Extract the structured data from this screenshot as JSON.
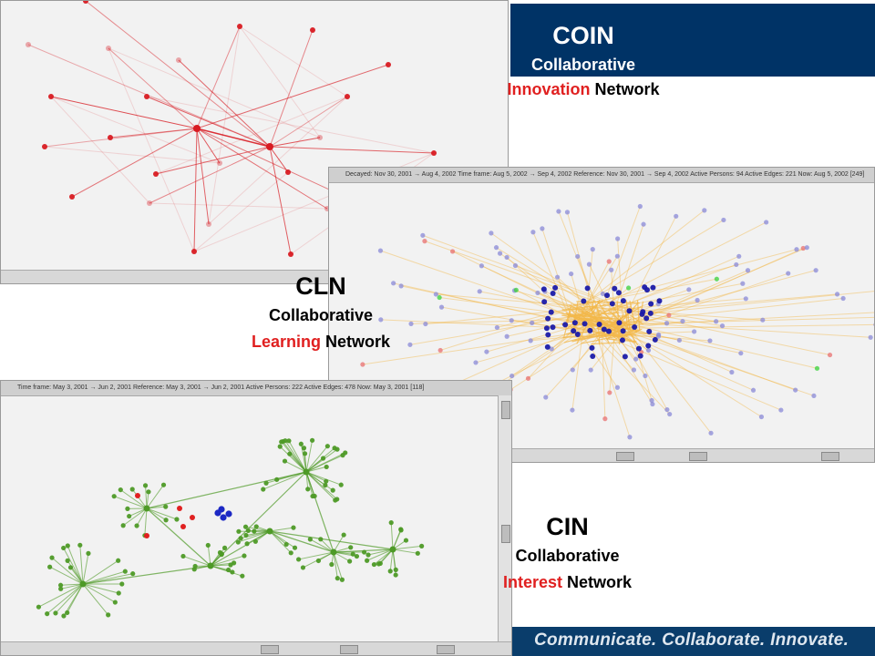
{
  "coin": {
    "acronym": "COIN",
    "line1": "Collaborative",
    "highlight": "Innovation",
    "rest": " Network"
  },
  "cln": {
    "acronym": "CLN",
    "line1": "Collaborative",
    "highlight": "Learning",
    "rest": " Network"
  },
  "cin": {
    "acronym": "CIN",
    "line1": "Collaborative",
    "highlight": "Interest",
    "rest": " Network"
  },
  "slogan": "Communicate. Collaborate. Innovate.",
  "cln_window": {
    "status": "Decayed: Nov 30, 2001 → Aug 4, 2002    Time frame: Aug 5, 2002 → Sep 4, 2002    Reference: Nov 30, 2001 → Sep 4, 2002    Active Persons: 94    Active Edges: 221    Now: Aug 5, 2002 [249]"
  },
  "cin_window": {
    "status": "Time frame: May 3, 2001 → Jun 2, 2001    Reference: May 3, 2001 → Jun 2, 2001    Active Persons: 222    Active Edges: 478    Now: May 3, 2001 [118]"
  },
  "colors": {
    "header_bar": "#003366",
    "innovation_nodes": "#d81b22",
    "learning_edges": "#f2b84a",
    "learning_nodes": "#1a1aa8",
    "interest_nodes": "#4e9a27",
    "highlight_text": "#e02020"
  }
}
